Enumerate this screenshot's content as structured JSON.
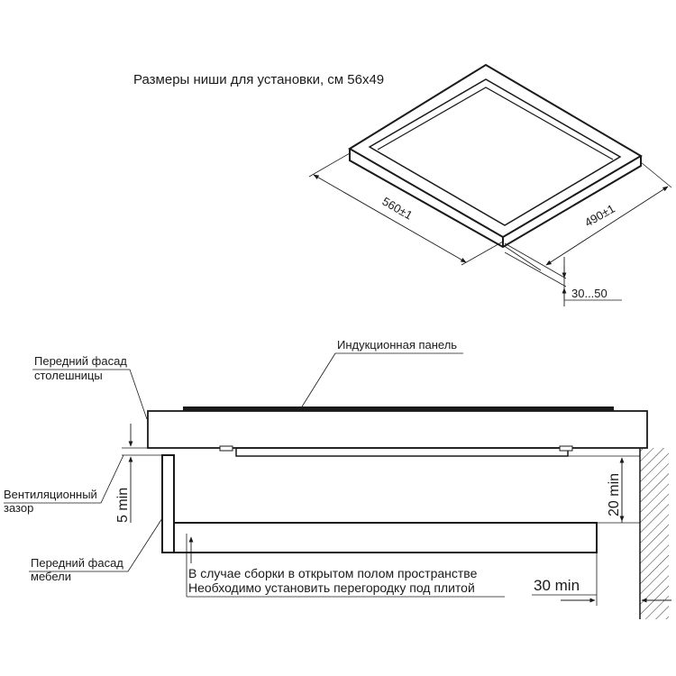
{
  "top": {
    "title": "Размеры ниши для установки, см 56x49",
    "dim_length": "560±1",
    "dim_width": "490±1",
    "dim_depth": "30...50"
  },
  "section": {
    "panel_label": "Индукционная панель",
    "countertop_front_label": [
      "Передний фасад",
      "столешницы"
    ],
    "ventilation_label": [
      "Вентиляционный",
      "зазор"
    ],
    "furniture_front_label": [
      "Передний фасад",
      "мебели"
    ],
    "gap_5": "5 min",
    "gap_20": "20 min",
    "gap_30": "30 min",
    "note_lines": [
      "В случае сборки в открытом полом пространстве",
      "Необходимо установить перегородку под плитой"
    ]
  }
}
